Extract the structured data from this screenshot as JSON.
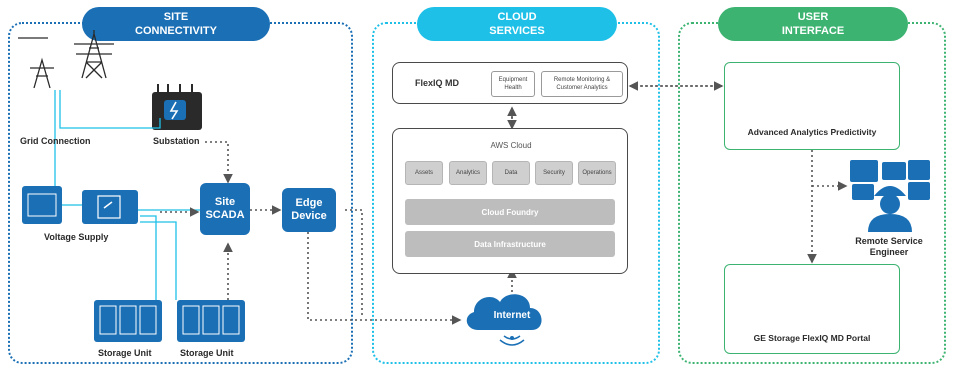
{
  "colors": {
    "site": "#1a6fb5",
    "cloud": "#1ec0e8",
    "user": "#3cb371",
    "dark_blue": "#0f4f8a",
    "connector": "#555555"
  },
  "site": {
    "header_line1": "SITE",
    "header_line2": "CONNECTIVITY",
    "grid_label": "Grid Connection",
    "substation_label": "Substation",
    "voltage_label": "Voltage Supply",
    "scada_line1": "Site",
    "scada_line2": "SCADA",
    "edge_line1": "Edge",
    "edge_line2": "Device",
    "storage1_label": "Storage Unit",
    "storage2_label": "Storage Unit"
  },
  "cloud": {
    "header_line1": "CLOUD",
    "header_line2": "SERVICES",
    "flexiq_label": "FlexIQ MD",
    "equipment_health": "Equipment Health",
    "remote_monitoring": "Remote Monitoring & Customer Analytics",
    "aws_label": "AWS Cloud",
    "modules": [
      "Assets",
      "Analytics",
      "Data",
      "Security",
      "Operations"
    ],
    "cloud_foundry": "Cloud Foundry",
    "data_infrastructure": "Data Infrastructure",
    "internet_label": "Internet"
  },
  "user": {
    "header_line1": "USER",
    "header_line2": "INTERFACE",
    "analytics_label": "Advanced Analytics Predictivity",
    "engineer_line1": "Remote Service",
    "engineer_line2": "Engineer",
    "portal_label": "GE Storage FlexIQ MD Portal"
  }
}
